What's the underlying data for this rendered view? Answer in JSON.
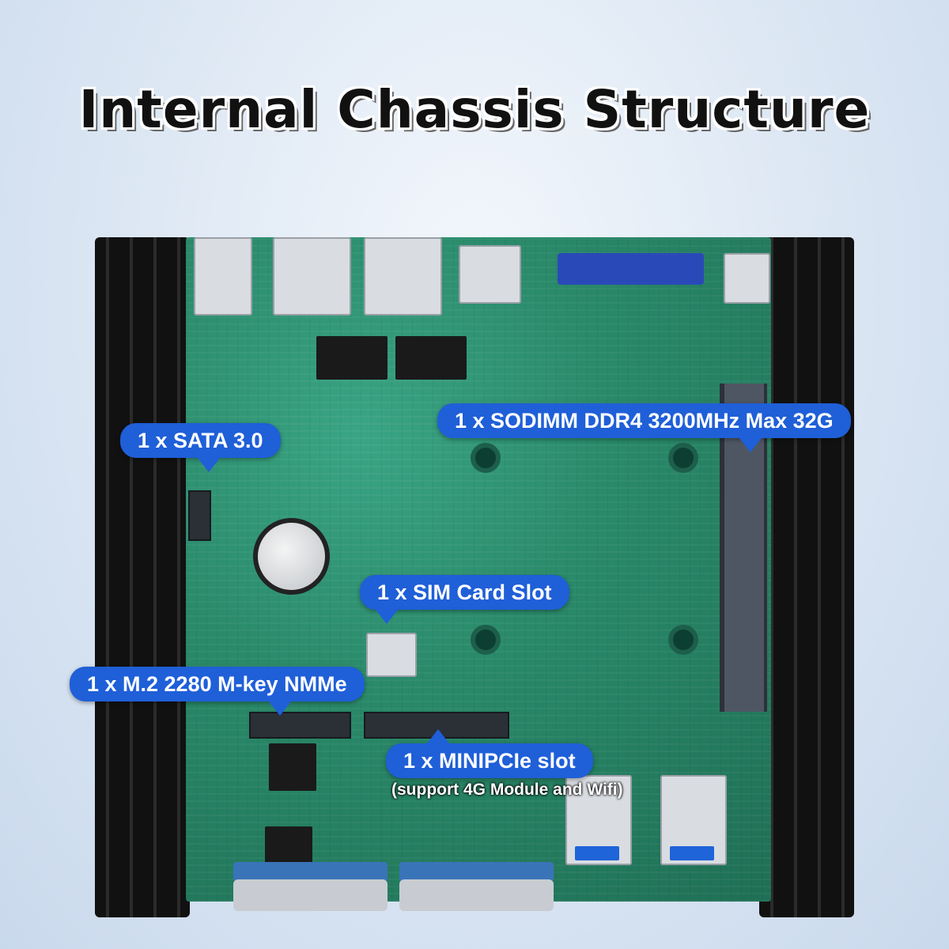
{
  "title": "Internal Chassis Structure",
  "labels": {
    "sata": "1 x SATA 3.0",
    "sodimm": "1 x SODIMM DDR4 3200MHz Max 32G",
    "sim": "1 x SIM Card Slot",
    "m2": "1 x M.2 2280 M-key NMMe",
    "minipcie": "1 x MINIPCIe slot",
    "minipcie_note": "(support 4G Module and Wifi)"
  },
  "colors": {
    "label_bg": "#1f5fd8",
    "pcb_green": "#2a8a6a",
    "heatsink": "#111111"
  }
}
